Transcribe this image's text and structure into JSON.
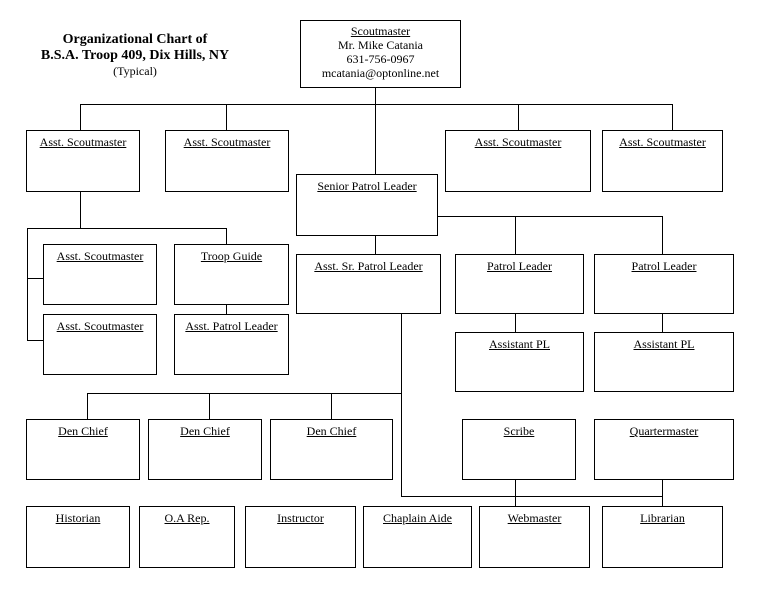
{
  "title": {
    "line1": "Organizational Chart of",
    "line2": "B.S.A. Troop 409, Dix Hills, NY",
    "line3": "(Typical)"
  },
  "scoutmaster": {
    "role": "Scoutmaster",
    "name": "Mr. Mike Catania",
    "phone": "631-756-0967",
    "email": "mcatania@optonline.net"
  },
  "boxes": {
    "asm1": "Asst. Scoutmaster",
    "asm2": "Asst. Scoutmaster",
    "asm3": "Asst. Scoutmaster",
    "asm4": "Asst. Scoutmaster",
    "asm5": "Asst. Scoutmaster",
    "asm6": "Asst. Scoutmaster",
    "spl": "Senior Patrol Leader",
    "troop_guide": "Troop Guide",
    "apl_left": "Asst. Patrol Leader",
    "aspl": "Asst. Sr. Patrol Leader",
    "pl1": "Patrol Leader",
    "pl2": "Patrol Leader",
    "apl1": "Assistant PL",
    "apl2": "Assistant PL",
    "den1": "Den Chief",
    "den2": "Den Chief",
    "den3": "Den Chief",
    "scribe": "Scribe",
    "quartermaster": "Quartermaster",
    "historian": "Historian",
    "oa_rep": "O.A  Rep.",
    "instructor": "Instructor",
    "chaplain_aide": "Chaplain Aide",
    "webmaster": "Webmaster",
    "librarian": "Librarian"
  }
}
